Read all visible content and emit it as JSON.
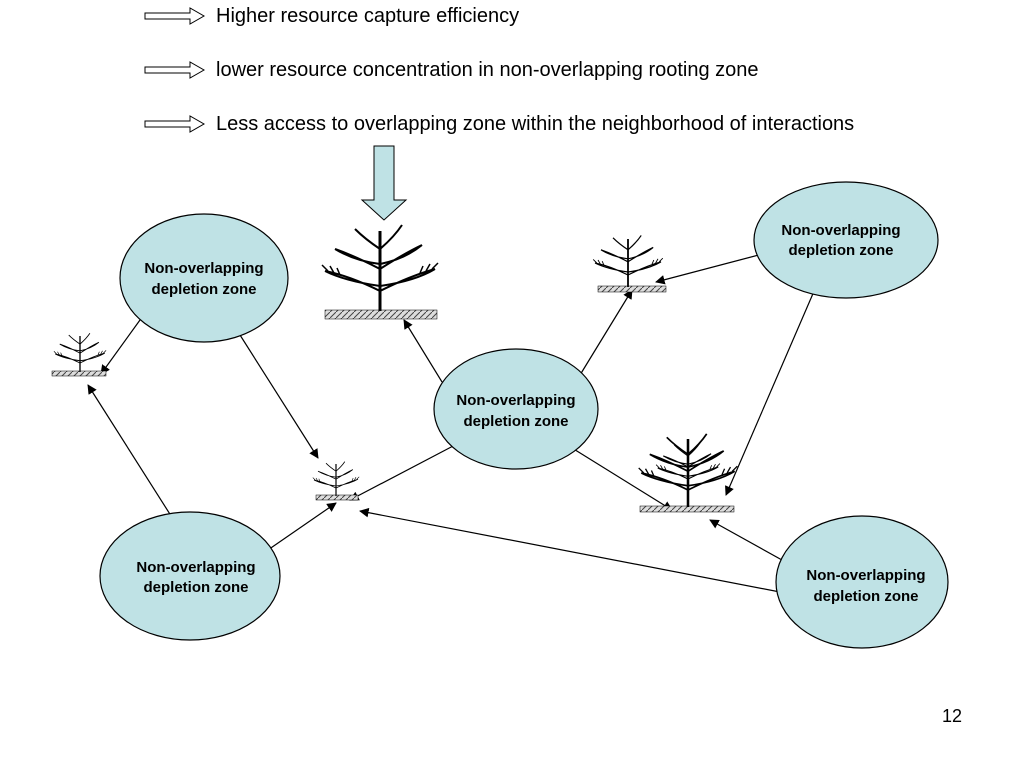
{
  "bullets": [
    "Higher resource capture efficiency",
    "lower resource concentration in non-overlapping rooting zone",
    "Less access to overlapping zone within the neighborhood of interactions"
  ],
  "zones": [
    {
      "line1": "Non-overlapping",
      "line2": "depletion zone"
    },
    {
      "line1": "Non-overlapping",
      "line2": "depletion zone"
    },
    {
      "line1": "Non-overlapping",
      "line2": "depletion zone"
    },
    {
      "line1": "Non-overlapping",
      "line2": "depletion zone"
    },
    {
      "line1": "Non-overlapping",
      "line2": "depletion zone"
    }
  ],
  "colors": {
    "zone_fill": "#bfe2e5",
    "zone_stroke": "#000000",
    "down_arrow_fill": "#bfe2e5"
  },
  "page_number": "12"
}
